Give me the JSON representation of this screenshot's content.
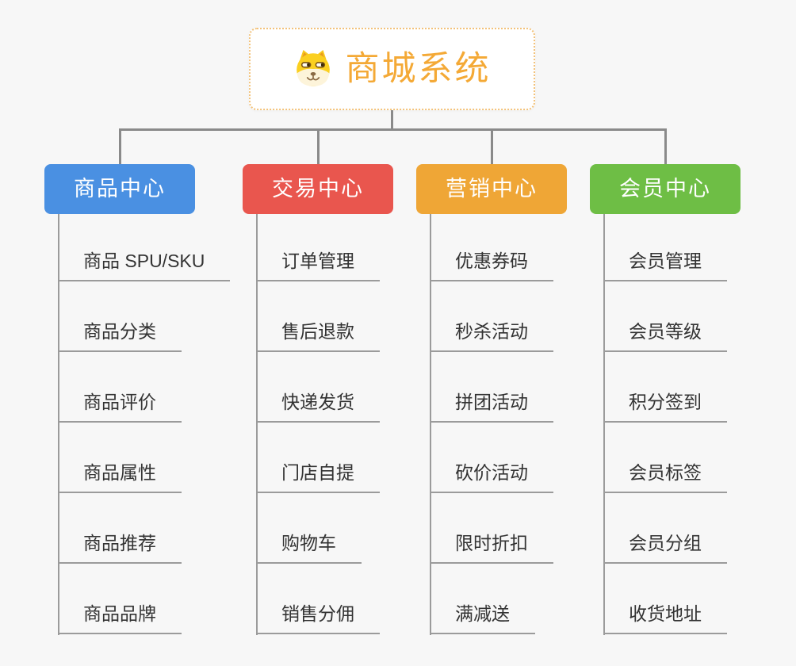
{
  "root": {
    "title": "商城系统",
    "icon": "doge-icon"
  },
  "colors": {
    "background": "#f7f7f7",
    "connector": "#8a8a8a",
    "child_line": "#9b9b9b",
    "child_text": "#333333",
    "root_border": "#f3c27a",
    "root_text": "#f4a936"
  },
  "branches": [
    {
      "label": "商品中心",
      "color": "#4a90e2",
      "children": [
        "商品 SPU/SKU",
        "商品分类",
        "商品评价",
        "商品属性",
        "商品推荐",
        "商品品牌"
      ]
    },
    {
      "label": "交易中心",
      "color": "#e9564e",
      "children": [
        "订单管理",
        "售后退款",
        "快递发货",
        "门店自提",
        "购物车",
        "销售分佣"
      ]
    },
    {
      "label": "营销中心",
      "color": "#efa636",
      "children": [
        "优惠券码",
        "秒杀活动",
        "拼团活动",
        "砍价活动",
        "限时折扣",
        "满减送"
      ]
    },
    {
      "label": "会员中心",
      "color": "#6ebe45",
      "children": [
        "会员管理",
        "会员等级",
        "积分签到",
        "会员标签",
        "会员分组",
        "收货地址"
      ]
    }
  ]
}
